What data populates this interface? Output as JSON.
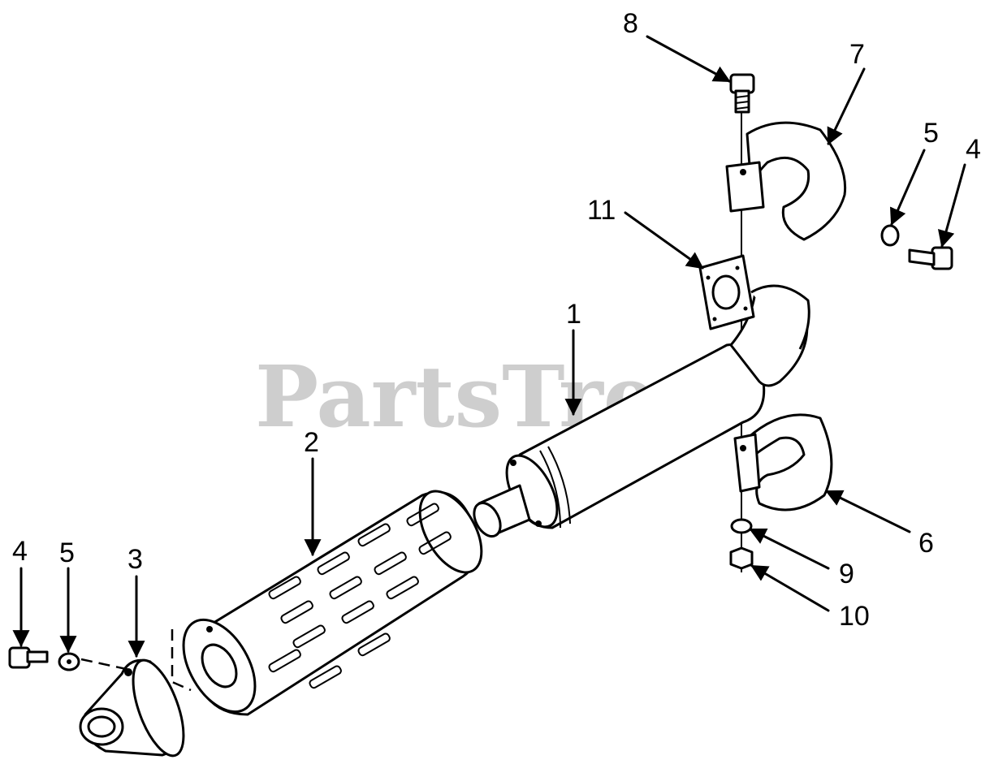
{
  "watermark": "PartsTree",
  "colors": {
    "ink": "#000000",
    "watermark": "#c9c9c9",
    "background": "#ffffff"
  },
  "callouts": [
    {
      "id": "1",
      "text": "1"
    },
    {
      "id": "2",
      "text": "2"
    },
    {
      "id": "3",
      "text": "3"
    },
    {
      "id": "4a",
      "text": "4"
    },
    {
      "id": "5a",
      "text": "5"
    },
    {
      "id": "4b",
      "text": "4"
    },
    {
      "id": "5b",
      "text": "5"
    },
    {
      "id": "6",
      "text": "6"
    },
    {
      "id": "7",
      "text": "7"
    },
    {
      "id": "8",
      "text": "8"
    },
    {
      "id": "9",
      "text": "9"
    },
    {
      "id": "10",
      "text": "10"
    },
    {
      "id": "11",
      "text": "11"
    }
  ]
}
